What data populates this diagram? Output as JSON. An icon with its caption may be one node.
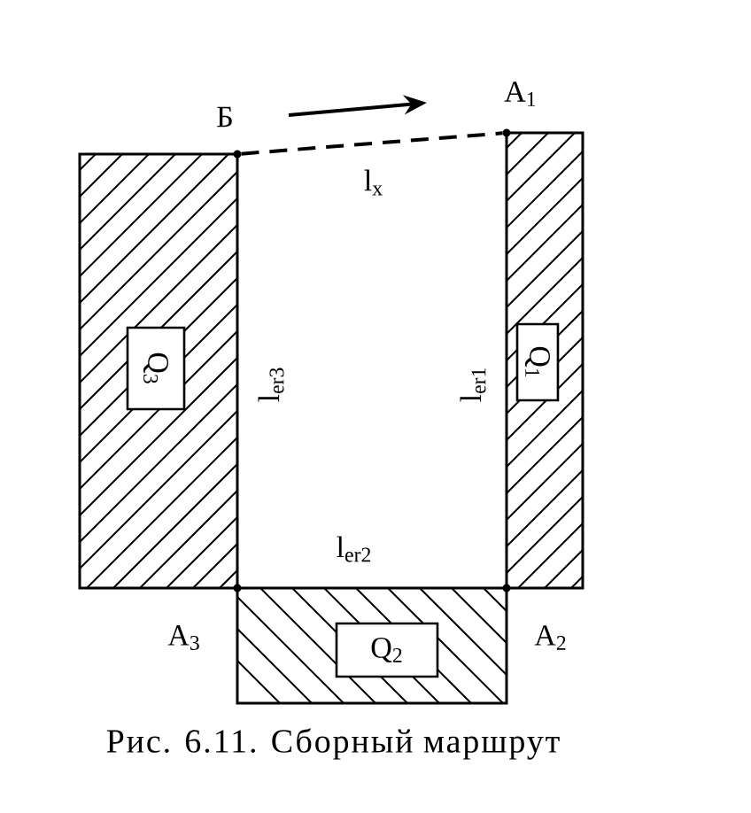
{
  "diagram": {
    "caption": "Рис. 6.11. Сборный маршрут",
    "nodes": [
      {
        "text": [],
        "shape": "circle",
        "beside": [
          "Б"
        ]
      },
      {
        "text": [],
        "shape": "circle",
        "beside": [
          "A$_{1}$"
        ]
      },
      {
        "text": [],
        "shape": "box"
      },
      {
        "text": [
          "Q$_{3}$"
        ],
        "in": 2
      },
      {
        "text": [],
        "shape": "box"
      },
      {
        "text": [
          "Q$_{1}$"
        ],
        "in": 4
      },
      {
        "text": [],
        "shape": "box"
      },
      {
        "text": [
          "Q$_{2}$"
        ],
        "in": 6
      }
    ],
    "edges": [
      {
        "from": 0,
        "to": 1,
        "arrow": "none",
        "label": "l$_{x}$",
        "style": "dashed"
      }
    ],
    "labels": [
      "l$_{er3}$",
      "l$_{er1}$",
      "l$_{er2}$",
      "A$_{3}$",
      "A$_{2}$"
    ]
  }
}
